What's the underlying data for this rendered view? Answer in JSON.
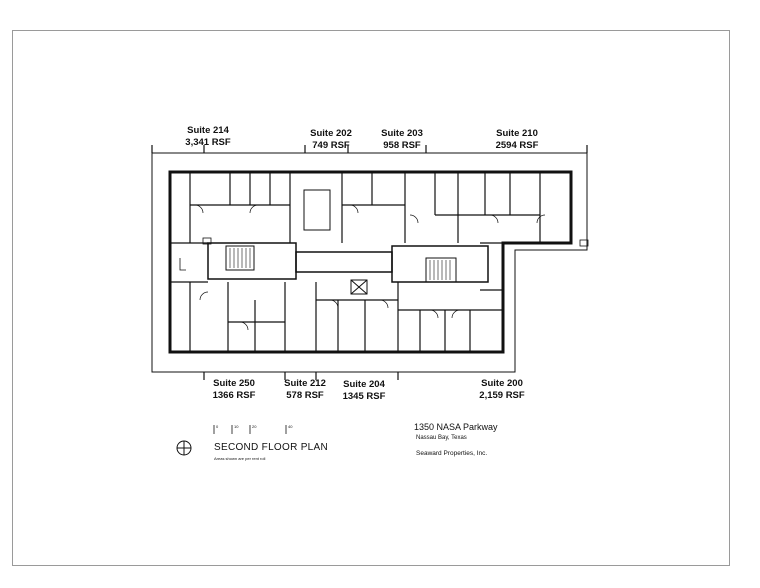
{
  "suites": {
    "s214": {
      "name": "Suite 214",
      "area": "3,341 RSF"
    },
    "s202": {
      "name": "Suite 202",
      "area": "749 RSF"
    },
    "s203": {
      "name": "Suite 203",
      "area": "958 RSF"
    },
    "s210": {
      "name": "Suite 210",
      "area": "2594 RSF"
    },
    "s250": {
      "name": "Suite 250",
      "area": "1366 RSF"
    },
    "s212": {
      "name": "Suite 212",
      "area": "578 RSF"
    },
    "s204": {
      "name": "Suite 204",
      "area": "1345 RSF"
    },
    "s200": {
      "name": "Suite 200",
      "area": "2,159 RSF"
    }
  },
  "plan": {
    "title": "SECOND FLOOR PLAN",
    "disclaimer": "Areas shown are per rent roll",
    "scale_labels": [
      "0",
      "10",
      "20",
      "40"
    ]
  },
  "property": {
    "address": "1350 NASA Parkway",
    "city": "Nassau Bay, Texas",
    "company": "Seaward Properties, Inc."
  }
}
